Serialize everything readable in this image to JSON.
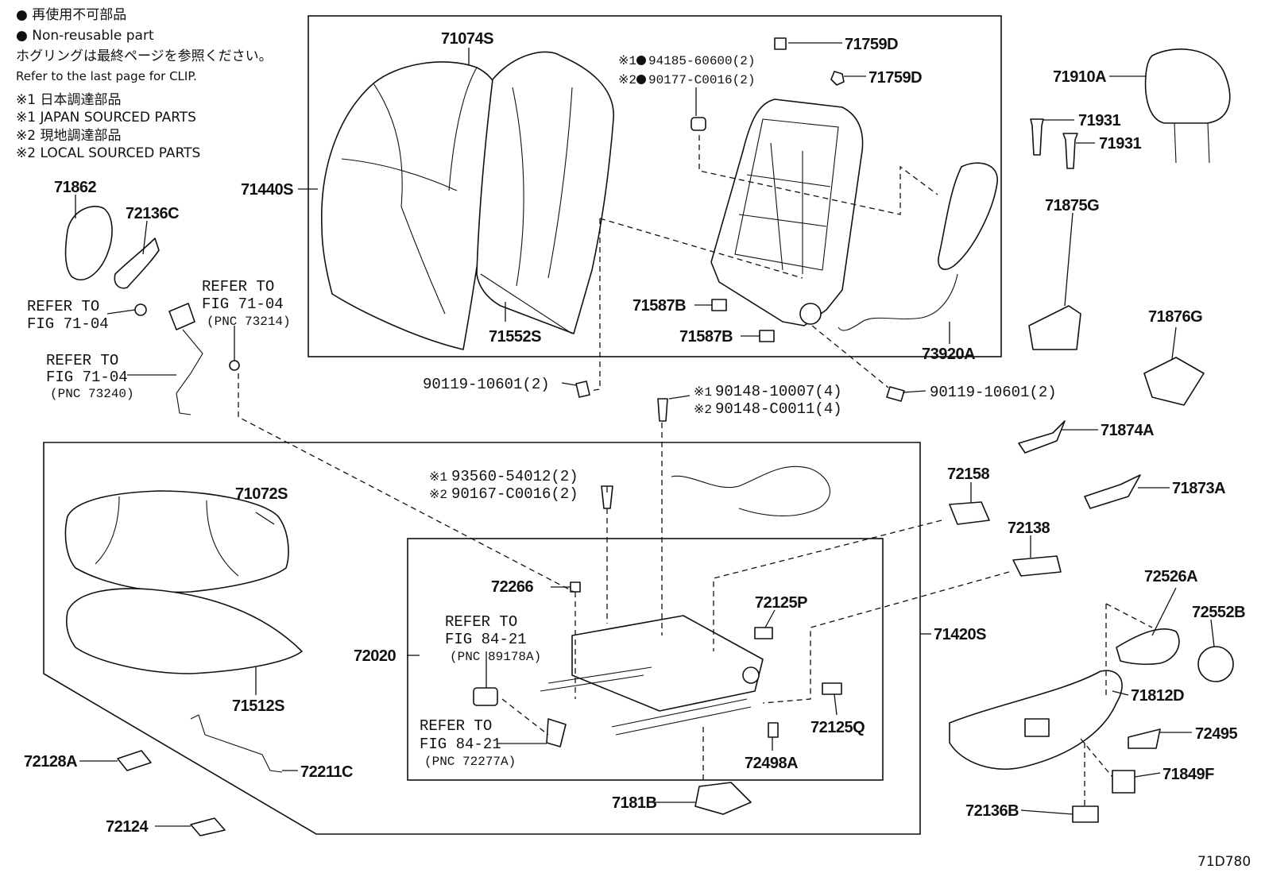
{
  "legend": {
    "line1": "● 再使用不可部品",
    "line2": "● Non-reusable part",
    "line3": "ホグリングは最終ページを参照ください。",
    "line4": "Refer to the last page for CLIP.",
    "line5": "※1 日本調達部品",
    "line6": "※1 JAPAN SOURCED PARTS",
    "line7": "※2 現地調達部品",
    "line8": "※2 LOCAL SOURCED PARTS"
  },
  "labels": {
    "p71074S": "71074S",
    "p71440S": "71440S",
    "p71552S": "71552S",
    "p71759D_a": "71759D",
    "p71759D_b": "71759D",
    "n94185_pre": "※1",
    "n94185": "94185-60600(2)",
    "n90177_pre": "※2",
    "n90177": "90177-C0016(2)",
    "p71587B_a": "71587B",
    "p71587B_b": "71587B",
    "p73920A": "73920A",
    "p71910A": "71910A",
    "p71931_a": "71931",
    "p71931_b": "71931",
    "p71862": "71862",
    "p72136C": "72136C",
    "ref1_a": "REFER TO",
    "ref1_b": "FIG 71-04",
    "ref2_a": "REFER TO",
    "ref2_b": "FIG 71-04",
    "ref2_c": "(PNC 73214)",
    "ref3_a": "REFER TO",
    "ref3_b": "FIG 71-04",
    "ref3_c": "(PNC 73240)",
    "n90119_a": "90119-10601(2)",
    "n90119_b": "90119-10601(2)",
    "n90148_pre": "※1",
    "n90148": "90148-10007(4)",
    "n90148c_pre": "※2",
    "n90148c": "90148-C0011(4)",
    "p71875G": "71875G",
    "p71876G": "71876G",
    "p71874A": "71874A",
    "p71873A": "71873A",
    "n93560_pre": "※1",
    "n93560": "93560-54012(2)",
    "n90167_pre": "※2",
    "n90167": "90167-C0016(2)",
    "p71072S": "71072S",
    "p71512S": "71512S",
    "p72158": "72158",
    "p72138": "72138",
    "p72266": "72266",
    "p72020": "72020",
    "p72125P": "72125P",
    "p71420S": "71420S",
    "ref4_a": "REFER TO",
    "ref4_b": "FIG 84-21",
    "ref4_c": "(PNC 89178A)",
    "ref5_a": "REFER TO",
    "ref5_b": "FIG 84-21",
    "ref5_c": "(PNC 72277A)",
    "p72125Q": "72125Q",
    "p72498A": "72498A",
    "p7181B": "7181B",
    "p72128A": "72128A",
    "p72211C": "72211C",
    "p72124": "72124",
    "p72526A": "72526A",
    "p72552B": "72552B",
    "p71812D": "71812D",
    "p72495": "72495",
    "p71849F": "71849F",
    "p72136B": "72136B",
    "figure_code": "71D780"
  }
}
